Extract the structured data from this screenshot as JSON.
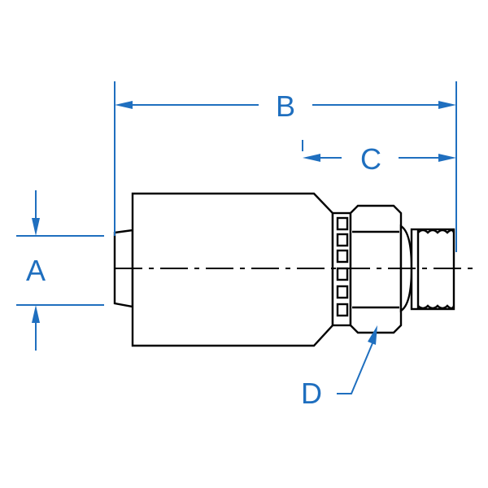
{
  "labels": {
    "a": "A",
    "b": "B",
    "c": "C",
    "d": "D"
  },
  "colors": {
    "dimension": "#1f6fbf",
    "part": "#000000",
    "background": "#ffffff"
  }
}
